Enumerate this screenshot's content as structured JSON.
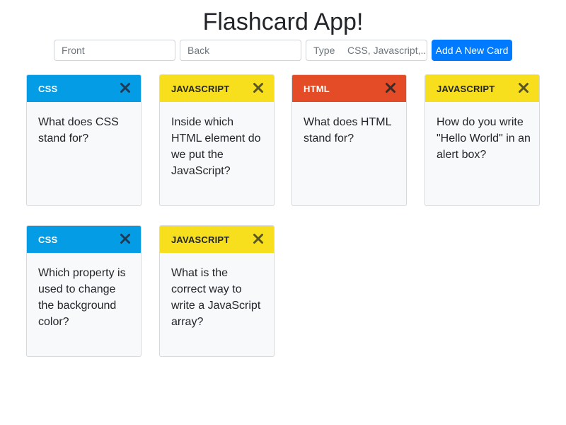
{
  "header": {
    "title": "Flashcard App!"
  },
  "form": {
    "front_placeholder": "Front",
    "back_placeholder": "Back",
    "type_label": "Type",
    "type_select_placeholder": "CSS, Javascript,...",
    "add_button_label": "Add A New Card"
  },
  "colors": {
    "css": "#049ce4",
    "javascript": "#f7df1e",
    "html": "#e34c26",
    "primary_button": "#007bff",
    "close_icon_dark": "#1f3a54"
  },
  "cards": [
    {
      "type": "CSS",
      "front": "What does CSS stand for?"
    },
    {
      "type": "JAVASCRIPT",
      "front": "Inside which HTML element do we put the JavaScript?"
    },
    {
      "type": "HTML",
      "front": "What does HTML stand for?"
    },
    {
      "type": "JAVASCRIPT",
      "front": "How do you write \"Hello World\" in an alert box?"
    },
    {
      "type": "CSS",
      "front": "Which property is used to change the background color?"
    },
    {
      "type": "JAVASCRIPT",
      "front": "What is the correct way to write a JavaScript array?"
    }
  ],
  "icons": {
    "close": "close-icon"
  }
}
